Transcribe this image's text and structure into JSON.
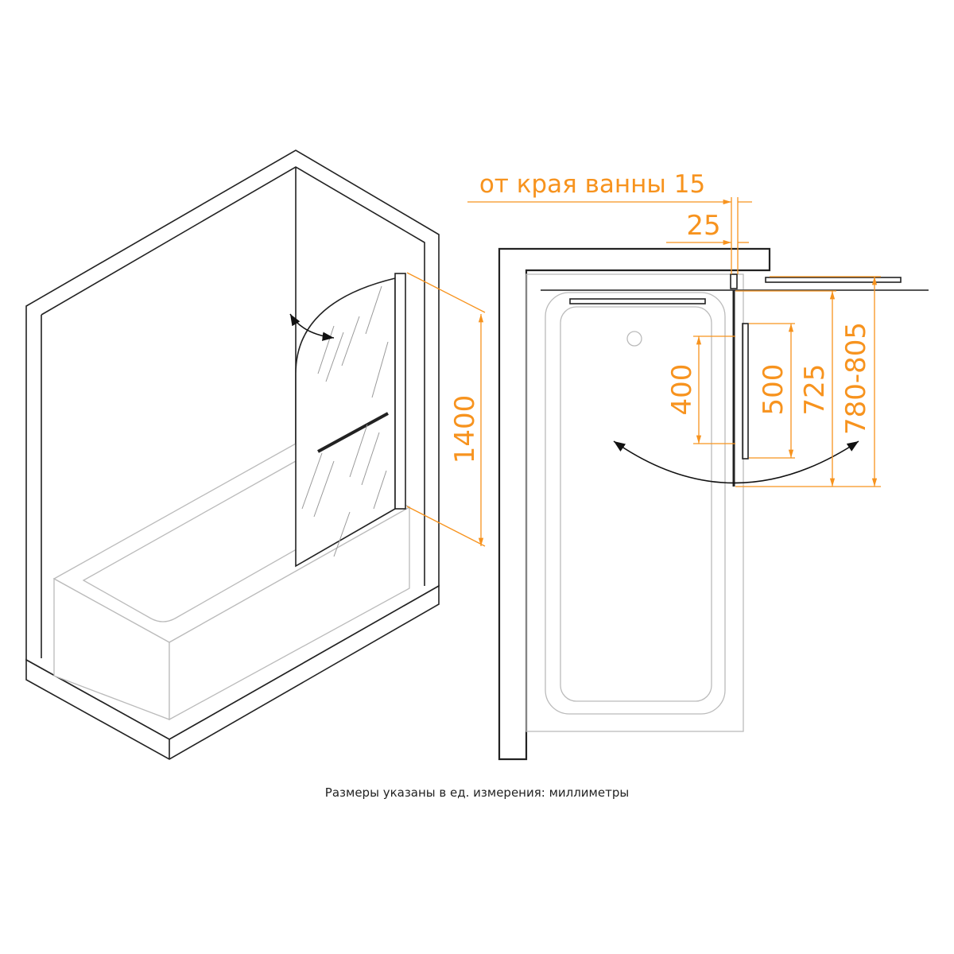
{
  "colors": {
    "dimension": "#f7931e",
    "outline": "#222222",
    "light": "#bbbbbb"
  },
  "left_view": {
    "height_label": "1400"
  },
  "plan_view": {
    "edge_offset_label": "от края ванны 15",
    "profile_width_label": "25",
    "hinge_spacing_label": "400",
    "handle_length_label": "500",
    "glass_width_label": "725",
    "total_width_label": "780-805"
  },
  "caption": "Размеры указаны в ед. измерения: миллиметры"
}
